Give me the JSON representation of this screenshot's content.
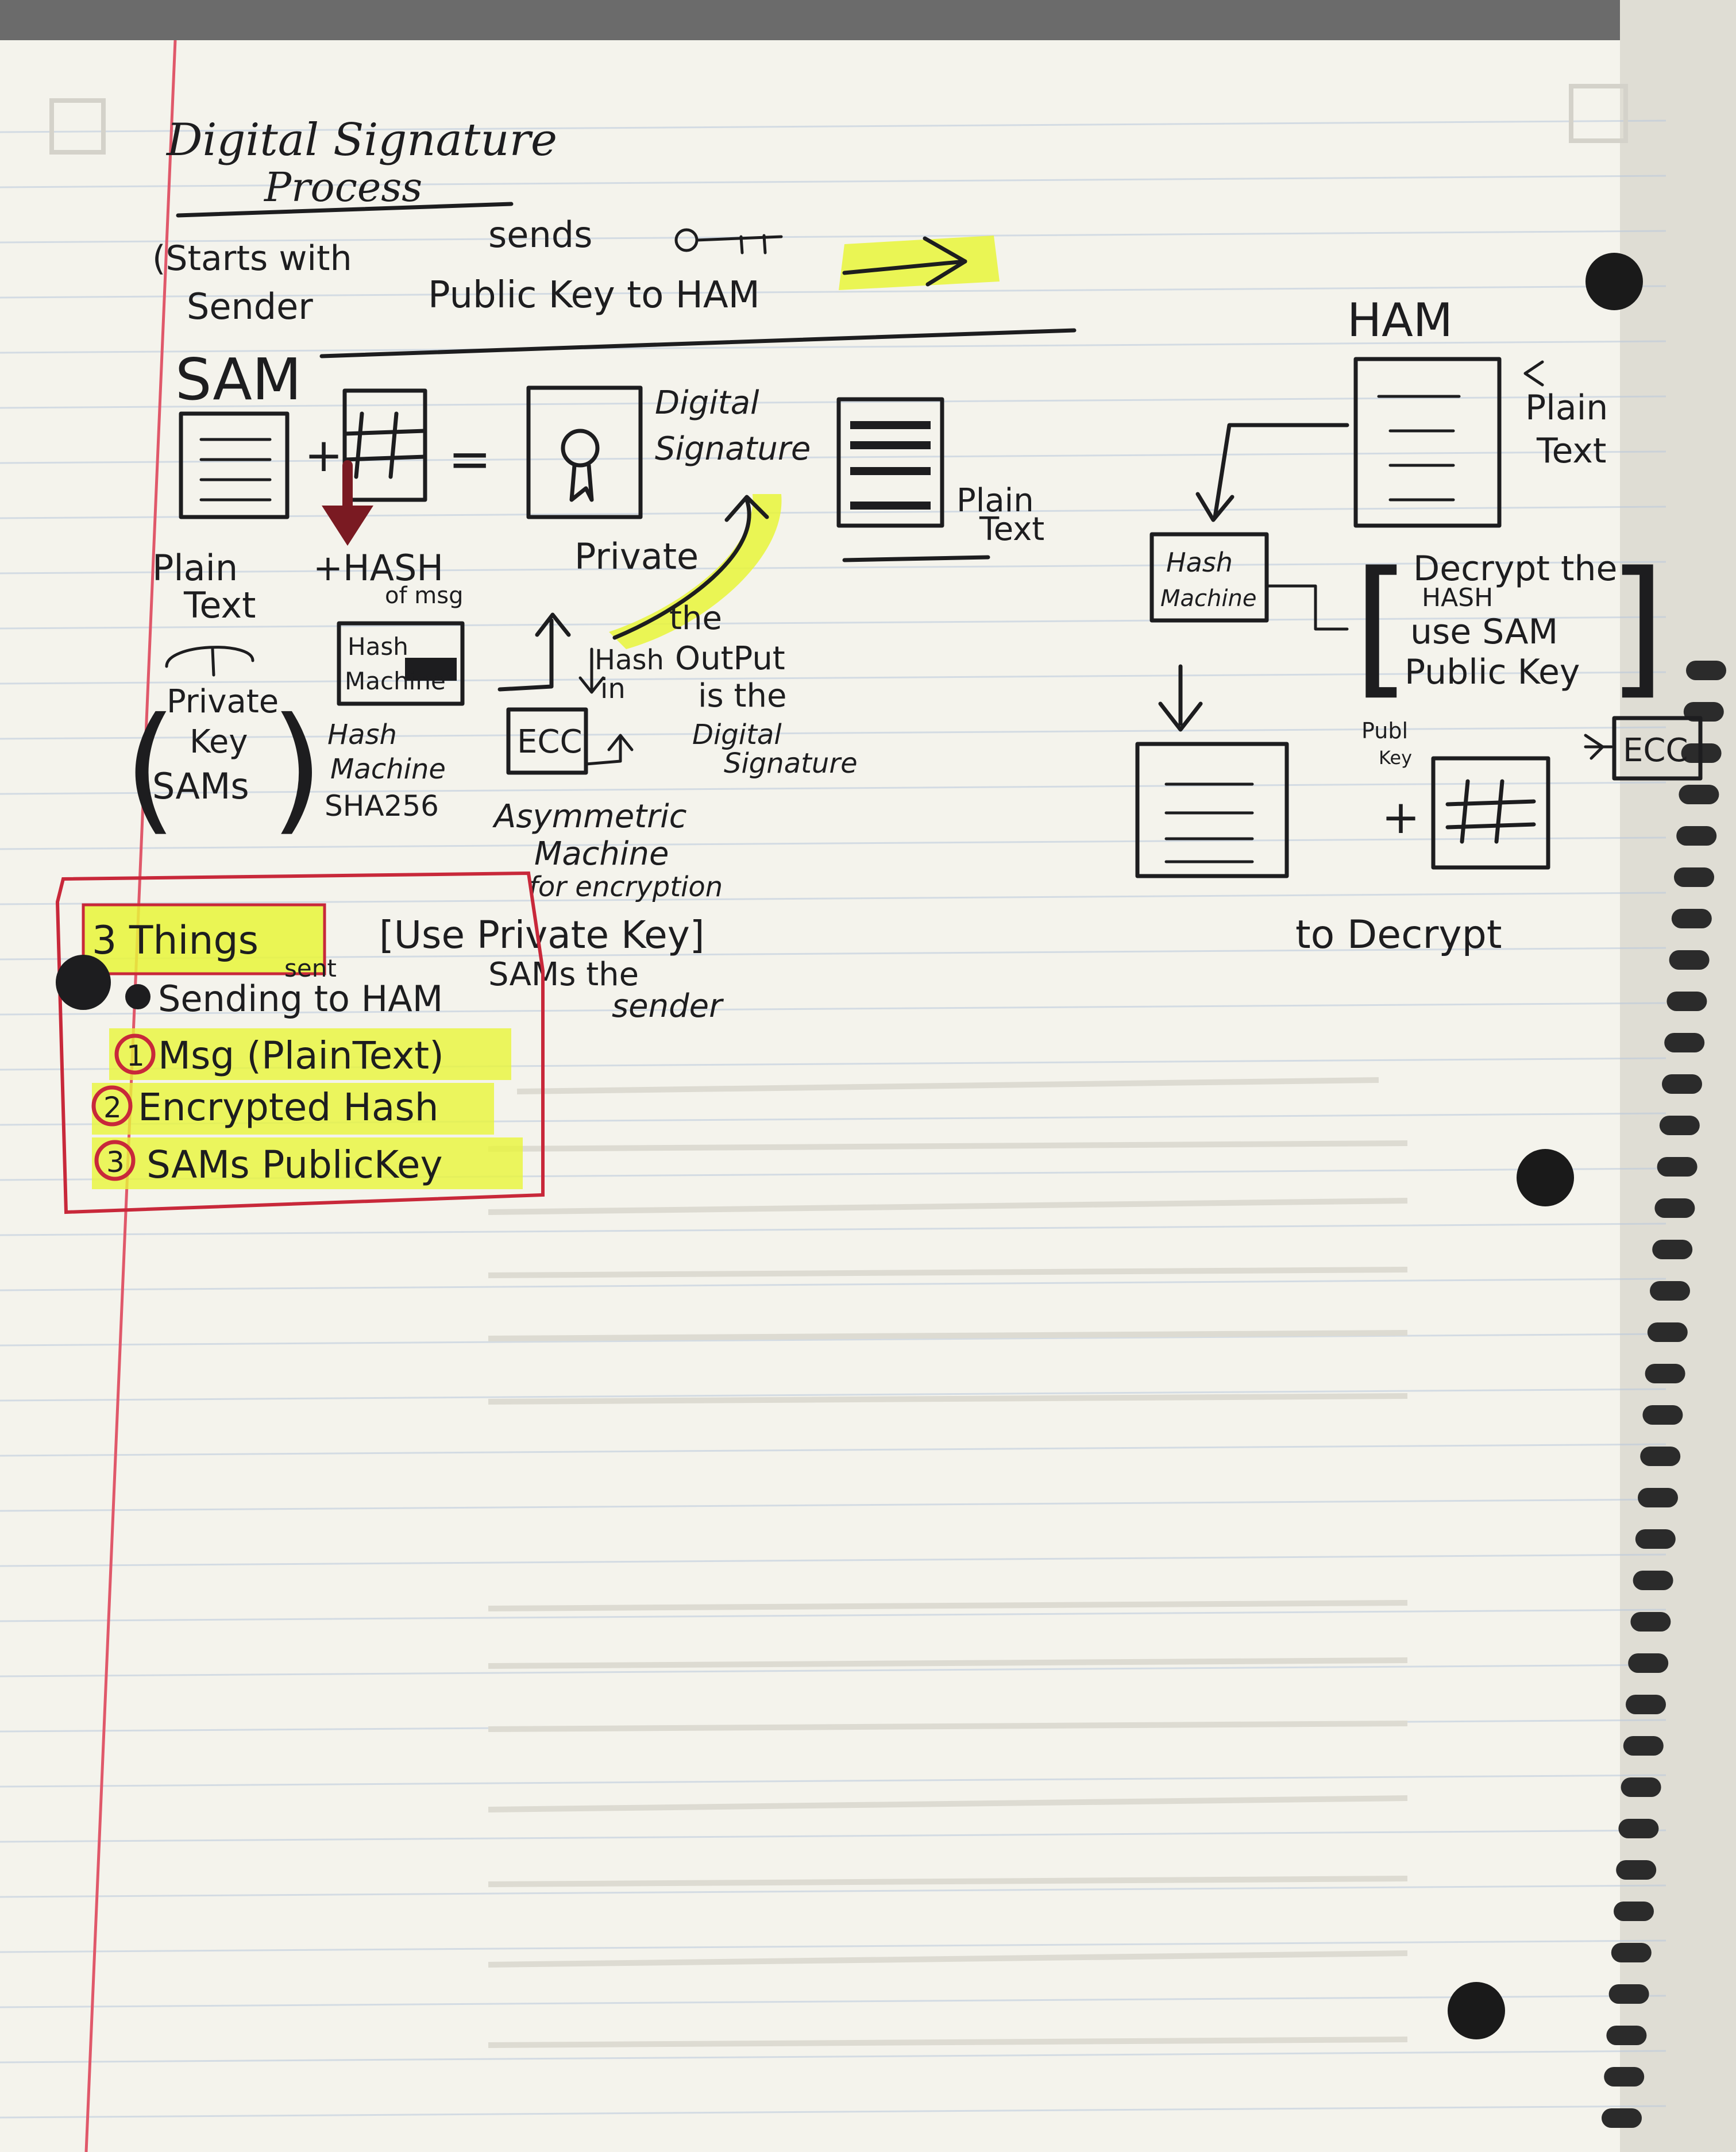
{
  "notes": {
    "title_line1": "Digital Signature",
    "title_line2": "Process",
    "starts_line1": "(Starts with",
    "starts_line2": "Sender",
    "sends": "sends",
    "sends_key": "Public Key to HAM",
    "sam": "SAM",
    "ham": "HAM",
    "plain_text_left_1": "Plain",
    "plain_text_left_2": "Text",
    "hash_of_msg": "+HASH",
    "hash_of_msg_sub": "of msg",
    "private_key_1": "Private",
    "private_key_2": "Key",
    "private_key_3": "SAMs",
    "hash_machine_box_1": "Hash",
    "hash_machine_box_2": "Machine",
    "hash_machine_label_1": "Hash",
    "hash_machine_label_2": "Machine",
    "hash_machine_label_3": "SHA256",
    "digital_signature_1": "Digital",
    "digital_signature_2": "Signature",
    "private_word": "Private",
    "plain_text_mid_1": "Plain",
    "plain_text_mid_2": "Text",
    "hash_in_1": "Hash",
    "hash_in_2": "in",
    "output_1": "the",
    "output_2": "OutPut",
    "output_3": "is the",
    "output_4": "Digital",
    "output_5": "Signature",
    "ecc": "ECC",
    "asym_1": "Asymmetric",
    "asym_2": "Machine",
    "asym_3": "for encryption",
    "use_private_1": "[Use Private Key]",
    "use_private_2": "SAMs the",
    "use_private_3": "sender",
    "three_things": "3 Things",
    "three_things_sent": "sent",
    "sending_to": "Sending to HAM",
    "item1_num": "1",
    "item1": "Msg (PlainText)",
    "item2_num": "2",
    "item2": "Encrypted Hash",
    "item3_num": "3",
    "item3": "SAMs PublicKey",
    "plain_text_right_1": "Plain",
    "plain_text_right_2": "Text",
    "right_hash_machine_1": "Hash",
    "right_hash_machine_2": "Machine",
    "decrypt_1": "Decrypt the",
    "decrypt_2": "HASH",
    "decrypt_3": "use SAM",
    "decrypt_4": "Public Key",
    "right_ecc": "ECC",
    "pub_key_1": "Publ",
    "pub_key_2": "Key",
    "to_decrypt": "to Decrypt"
  },
  "colors": {
    "paper": "#f4f3ec",
    "ink": "#1d1d1f",
    "highlight": "#e8f53a",
    "margin_red": "#e0586a",
    "rule_blue": "#b9c9dc",
    "box_red": "#c8283a"
  }
}
